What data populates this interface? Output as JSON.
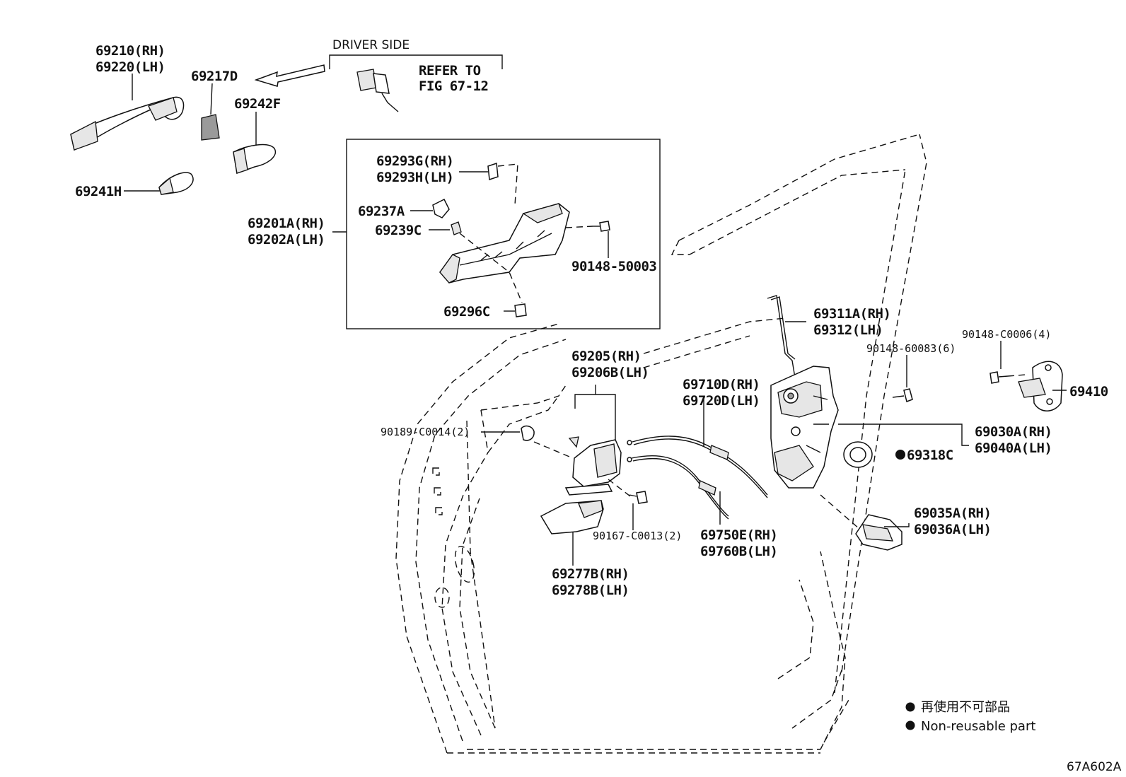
{
  "labels": {
    "p69210": "69210(RH)",
    "p69220": "69220(LH)",
    "p69217d": "69217D",
    "p69242f": "69242F",
    "p69241h": "69241H",
    "driver_side": "DRIVER SIDE",
    "refer_to": "REFER TO",
    "fig": "FIG 67-12",
    "p69293g": "69293G(RH)",
    "p69293h": "69293H(LH)",
    "p69237a": "69237A",
    "p69239c": "69239C",
    "p69201a": "69201A(RH)",
    "p69202a": "69202A(LH)",
    "p90148_50003": "90148-50003",
    "p69296c": "69296C",
    "p69311a": "69311A(RH)",
    "p69312": "69312(LH)",
    "p90148_c0006": "90148-C0006(4)",
    "p90148_60083": "90148-60083(6)",
    "p69410": "69410",
    "p69205": "69205(RH)",
    "p69206b": "69206B(LH)",
    "p69710d": "69710D(RH)",
    "p69720d": "69720D(LH)",
    "p90189": "90189-C0014(2)",
    "p69030a": "69030A(RH)",
    "p69040a": "69040A(LH)",
    "p69318c": "69318C",
    "p69035a": "69035A(RH)",
    "p69036a": "69036A(LH)",
    "p90167": "90167-C0013(2)",
    "p69750e": "69750E(RH)",
    "p69760b": "69760B(LH)",
    "p69277b": "69277B(RH)",
    "p69278b": "69278B(LH)"
  },
  "legend": {
    "line1": "再使用不可部品",
    "line2": "Non-reusable part"
  },
  "diagram_code": "67A602A"
}
